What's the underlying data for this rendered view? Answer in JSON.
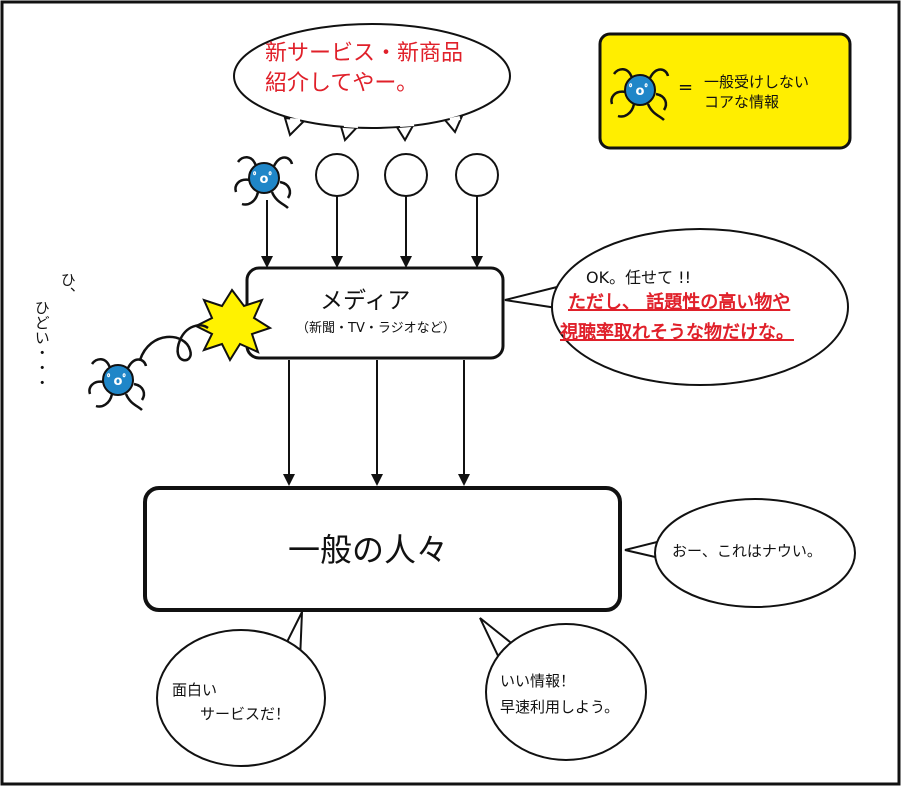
{
  "colors": {
    "stroke": "#111111",
    "legend_fill": "#ffee00",
    "explosion_fill": "#fff200",
    "character_blue": "#1f86c8",
    "emphasis_red": "#e0202a"
  },
  "bubble_top": {
    "line1": "新サービス・新商品",
    "line2": "紹介してやー。"
  },
  "legend": {
    "equals": "=",
    "line1": "一般受けしない",
    "line2": "コアな情報",
    "icon": "core-info-creature-icon"
  },
  "media": {
    "title": "メディア",
    "subtitle": "（新聞・TV・ラジオなど）",
    "reply_line1": "OK。任せて !!",
    "reply_line2": "ただし、 話題性の高い物や",
    "reply_line3": "視聴率取れそうな物だけな。"
  },
  "rejected_voice": {
    "line1": "ひ、",
    "line2": "ひどい・・・"
  },
  "public": {
    "title": "一般の人々",
    "reply_right": "おー、これはナウい。",
    "reply_left_line1": "面白い",
    "reply_left_line2": "サービスだ！",
    "reply_mid_line1": "いい情報！",
    "reply_mid_line2": "早速利用しよう。"
  }
}
